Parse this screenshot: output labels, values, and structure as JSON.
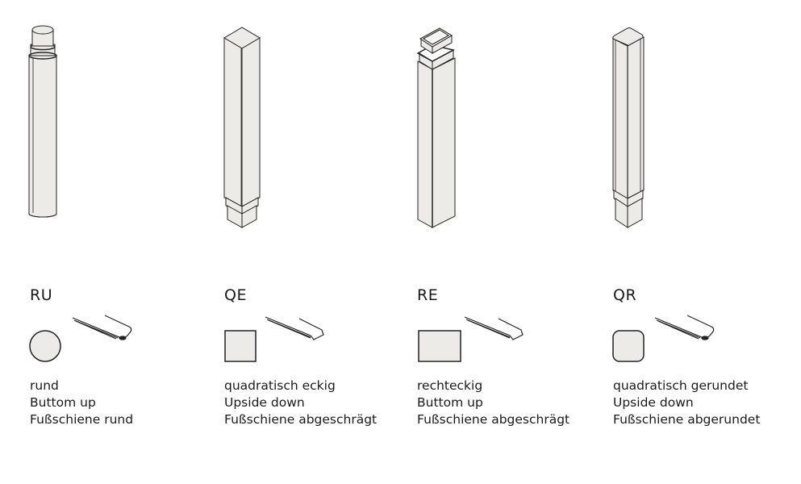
{
  "colors": {
    "fill": "#ecebe8",
    "stroke": "#222222",
    "text": "#1a1a1a",
    "background": "#ffffff"
  },
  "variants": [
    {
      "code": "RU",
      "profile_shape": "circle",
      "rail_end": "rounded",
      "lines": [
        "rund",
        "Buttom up",
        "Fußschiene rund"
      ]
    },
    {
      "code": "QE",
      "profile_shape": "square",
      "rail_end": "bevelled",
      "lines": [
        "quadratisch eckig",
        "Upside down",
        "Fußschiene abgeschrägt"
      ]
    },
    {
      "code": "RE",
      "profile_shape": "rectangle",
      "rail_end": "bevelled",
      "lines": [
        "rechteckig",
        "Buttom up",
        "Fußschiene abgeschrägt"
      ]
    },
    {
      "code": "QR",
      "profile_shape": "rounded-square",
      "rail_end": "rounded",
      "lines": [
        "quadratisch gerundet",
        "Upside down",
        "Fußschiene abgerundet"
      ]
    }
  ]
}
